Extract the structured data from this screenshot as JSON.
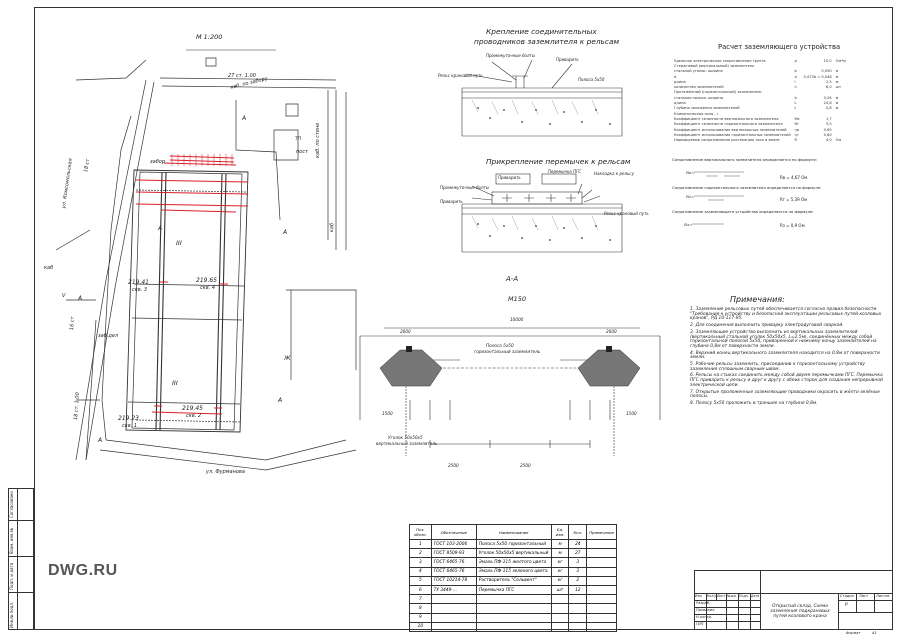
{
  "site_plan": {
    "scale": "М 1:200",
    "street_top": "ул. Комсомольская",
    "street_bottom": "ул. Фурманова",
    "cable_label_1": "каб. по забору",
    "cable_label_2": "каб. по стене",
    "cable_label_3": "каб",
    "post_label": "пост",
    "tp_label": "ТП",
    "zone_A": "А",
    "zone_zh": "Ж",
    "zone_III": "III",
    "steps": "27 ст. 1.00",
    "steps_2": "18 ст",
    "steps_3": "16 ст",
    "steps_4": "18 ст. 1.00",
    "tier_1": "219.41",
    "tier_1_sub": "скв. 3",
    "tier_2": "219.65",
    "tier_2_sub": "скв. 4",
    "tier_3": "219.23",
    "tier_3_sub": "скв. 1",
    "tier_4": "219.45",
    "tier_4_sub": "скв. 2",
    "gate_label": "забор",
    "gate_label_2": "заб.дел",
    "cable_B": "каб",
    "cable_V": "V"
  },
  "detail_top": {
    "title_line1": "Крепление соединительных",
    "title_line2": "проводников заземлителя к рельсам",
    "label_1": "Промежуточные болты",
    "label_2": "Рельс крановый путь",
    "label_3": "Приварить",
    "label_4": "Полоса 5х50"
  },
  "detail_mid": {
    "title": "Прикрепление перемычек к рельсам",
    "label_1": "Приварить",
    "label_2": "Перемычка ПГС",
    "label_3": "Накладка к рельсу",
    "label_4": "Промежуточные болты",
    "label_5": "Рельс крановый путь",
    "label_6": "Приварить"
  },
  "section": {
    "title": "А-А",
    "scale": "М150",
    "label_top": "Полоса 5х50",
    "label_top_2": "горизонтальный заземлитель",
    "label_bottom": "Уголок 50х50х5",
    "label_bottom_2": "вертикальный заземлитель",
    "dim_total": "10000",
    "dim_1": "2000",
    "dim_2": "2500",
    "dim_3": "1500"
  },
  "calc": {
    "title": "Расчет заземляющего устройства",
    "rows": [
      {
        "label": "Удельное электрическое сопротивление грунта",
        "sym": "ρ",
        "val": "10,0",
        "unit": "Ом*м"
      },
      {
        "label": "Стержневой (вертикальный) заземлитель",
        "sym": "",
        "val": "",
        "unit": ""
      },
      {
        "label": "стальной уголок:   ширина",
        "sym": "b",
        "val": "0,050",
        "unit": "м"
      },
      {
        "label": "d",
        "sym": "d",
        "val": "0,475b = 0,048",
        "unit": "м"
      },
      {
        "label": "длина",
        "sym": "l",
        "val": "2,5",
        "unit": "м"
      },
      {
        "label": "количество заземлителей",
        "sym": "n",
        "val": "6,0",
        "unit": "шт"
      },
      {
        "label": "Протяжённый (горизонтальный) заземлитель",
        "sym": "",
        "val": "",
        "unit": ""
      },
      {
        "label": "стальная полоса:  ширина",
        "sym": "b",
        "val": "0,04",
        "unit": "м"
      },
      {
        "label": "длина",
        "sym": "L",
        "val": "24,6",
        "unit": "м"
      },
      {
        "label": "Глубина заложения заземлителей",
        "sym": "t",
        "val": "0,8",
        "unit": "м"
      },
      {
        "label": "Климатическая зона - I",
        "sym": "",
        "val": "",
        "unit": ""
      },
      {
        "label": "Коэффициент сезонности вертикального заземлителя",
        "sym": "Ψв",
        "val": "1,7",
        "unit": ""
      },
      {
        "label": "Коэффициент сезонности горизонтального заземлителя",
        "sym": "Ψг",
        "val": "5,5",
        "unit": ""
      },
      {
        "label": "Коэффициент использования вертикальных заземлителей",
        "sym": "ηв",
        "val": "0,65",
        "unit": ""
      },
      {
        "label": "Коэффициент использования горизонтальных заземлителей",
        "sym": "ηг",
        "val": "0,60",
        "unit": ""
      },
      {
        "label": "Нормируемое сопротивление растеканию тока в земле",
        "sym": "R",
        "val": "4,0",
        "unit": "Ом"
      }
    ],
    "step1": "Сопротивление вертикального заземлителя определяется по формуле:",
    "step1_res": "Rв = 4,67  Ом",
    "step2": "Сопротивление горизонтального заземлителя определяется по формуле:",
    "step2_res": "Rг = 5,39  Ом",
    "step3": "Сопротивление заземляющего устройства определяется по формуле:",
    "step3_res": "Rз = 0,9  Ом"
  },
  "notes": {
    "title": "Примечания:",
    "items": [
      "1. Заземление рельсовых путей обеспечивается согласно правил безопасности \"Требования к устройству и безопасной эксплуатации рельсовых путей козловых кранов\", РД 10-117-95.",
      "2. Для соединения выполнить приварку электродуговой сваркой.",
      "3. Заземляющее устройство выполнить из вертикальных заземлителей (вертикальный стальной уголок 50х50х5, L=2,5м), соединённых между собой горизонтальной полосой 5х50, приваренной к нижнему концу заземлителей на глубине 0,8м от поверхности земли.",
      "4. Верхний конец вертикального заземлителя находится на 0,8м от поверхности земли.",
      "5. Рабочие рельсы заземлить, присоединив к горизонтальному устройству заземления сплошным сварным швом.",
      "6. Рельсы на стыках соединить между собой двумя перемычками ПГС. Перемычка ПГС приварить к рельсу и друг к другу с обеих сторон для создания непрерывной электрической цепи.",
      "7. Открытые проложенные заземляющие проводники окрасить в жёлто-зелёные полосы.",
      "8. Полосу 5х50 проложить в траншее на глубине 0,8м."
    ]
  },
  "spec": {
    "headers": [
      "Поз. обозн.",
      "Обозначение",
      "Наименование",
      "Ед. изм.",
      "Кол.",
      "Примечание"
    ],
    "rows": [
      [
        "1",
        "ГОСТ 103-2006",
        "Полоса 5х50 горизонтальный",
        "м",
        "24",
        ""
      ],
      [
        "2",
        "ГОСТ 8509-93",
        "Уголок 50х50х5 вертикальный",
        "м",
        "27",
        ""
      ],
      [
        "3",
        "ГОСТ 6465-76",
        "Эмаль ПФ-115 желтого цвета",
        "кг",
        "3",
        ""
      ],
      [
        "4",
        "ГОСТ 6465-76",
        "Эмаль ПФ-115 зеленого цвета",
        "кг",
        "3",
        ""
      ],
      [
        "5",
        "ГОСТ 10214-78",
        "Растворитель \"Сольвент\"",
        "кг",
        "2",
        ""
      ],
      [
        "6",
        "ТУ 3449-...",
        "Перемычка ПГС",
        "шт",
        "12",
        ""
      ],
      [
        "7",
        "",
        "",
        "",
        "",
        ""
      ],
      [
        "8",
        "",
        "",
        "",
        "",
        ""
      ],
      [
        "9",
        "",
        "",
        "",
        "",
        ""
      ],
      [
        "10",
        "",
        "",
        "",
        "",
        ""
      ]
    ]
  },
  "stamp": {
    "title": "Открытый склад. Схема заземления подкрановых путей козлового крана",
    "stage": "Р",
    "sheet": "Лист",
    "sheets": "Листов",
    "stadia": "Стадия",
    "col_headers": [
      "Изм.",
      "Кол.уч",
      "Лист",
      "№док",
      "Подп.",
      "Дата"
    ],
    "role_1": "Разраб.",
    "role_2": "Проверил",
    "role_3": "Н.контр.",
    "role_4": "ГИП",
    "format_label": "Формат",
    "format_value": "А1"
  },
  "side_stamp": {
    "f1": "Инв.№ подл.",
    "f2": "Подп. и дата",
    "f3": "Взам. инв.№",
    "f4": "Согласовано"
  },
  "watermark": "DWG.RU"
}
